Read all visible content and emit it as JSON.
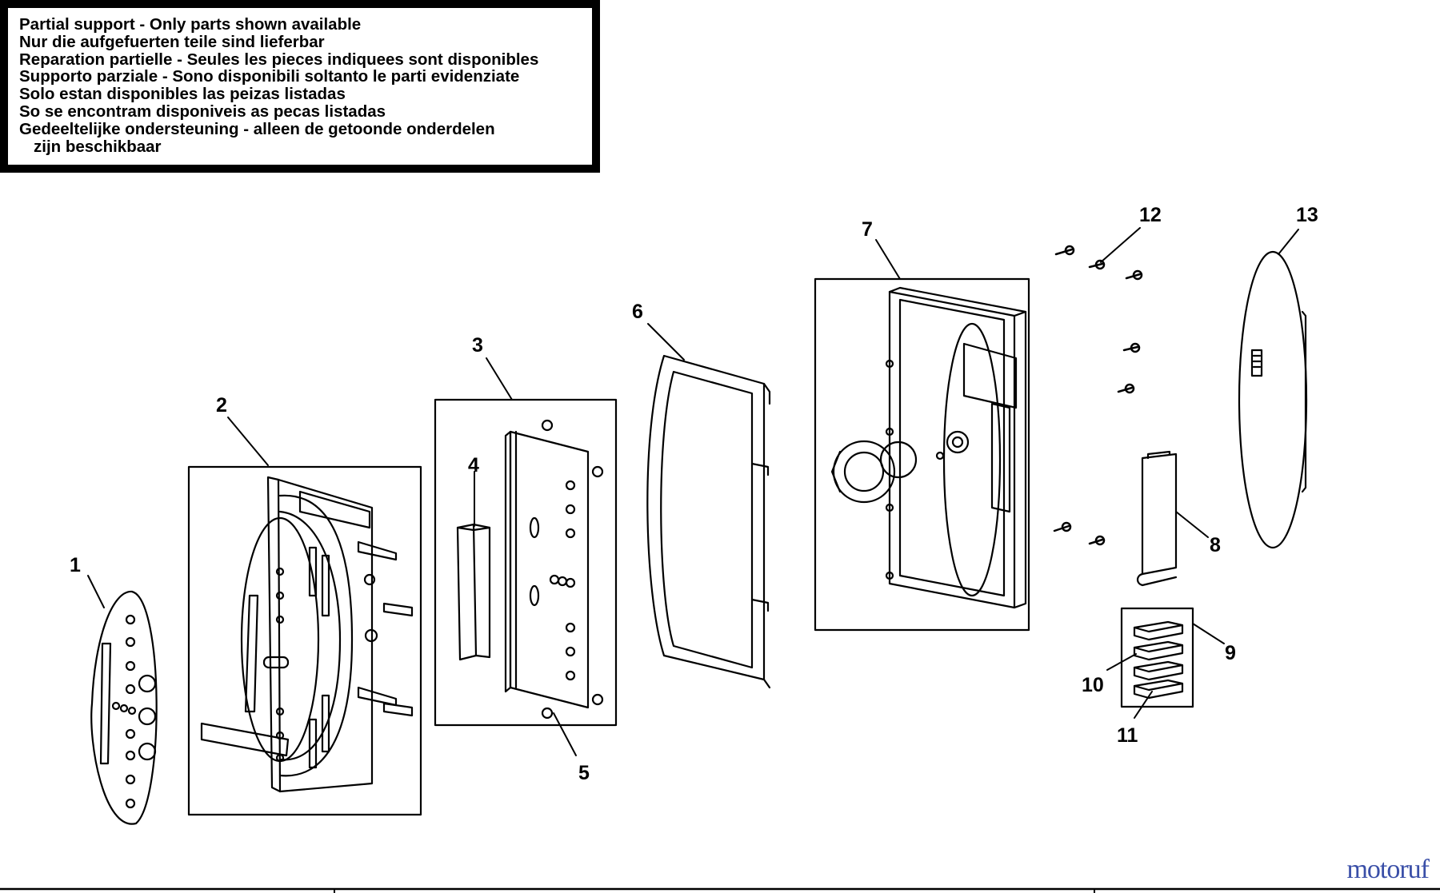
{
  "notice": {
    "lines": [
      "Partial support - Only parts shown available",
      "Nur die aufgefuerten teile sind lieferbar",
      "Reparation partielle - Seules les pieces indiquees sont disponibles",
      "Supporto parziale - Sono disponibili soltanto le parti evidenziate",
      "Solo estan disponibles las peizas listadas",
      "So se encontram disponiveis as pecas listadas",
      "Gedeeltelijke ondersteuning - alleen de getoonde onderdelen",
      "zijn beschikbaar"
    ]
  },
  "callouts": [
    "1",
    "2",
    "3",
    "4",
    "5",
    "6",
    "7",
    "8",
    "9",
    "10",
    "11",
    "12",
    "13"
  ],
  "watermark": "motoruf",
  "colors": {
    "line": "#000000",
    "background": "#ffffff",
    "watermark": "#3a4fa8"
  }
}
